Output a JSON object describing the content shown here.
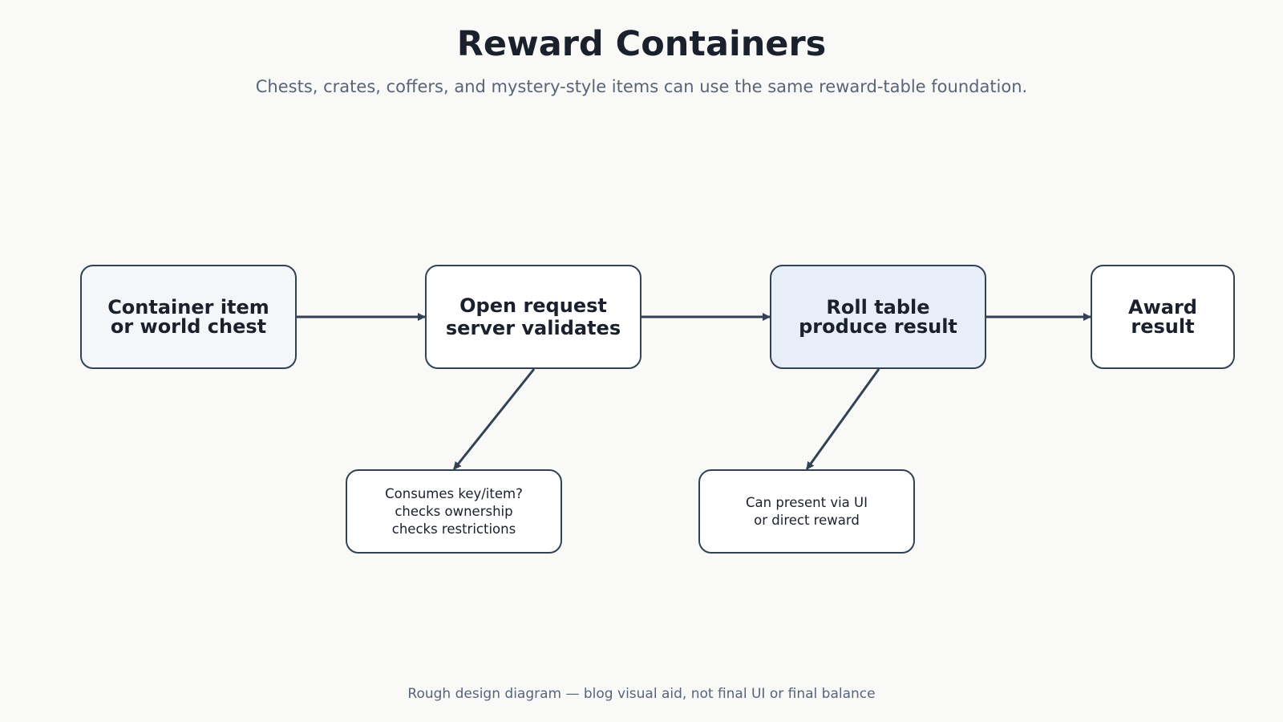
{
  "title": "Reward Containers",
  "subtitle": "Chests, crates, coffers, and mystery-style items can use the same reward-table foundation.",
  "footer": "Rough design diagram — blog visual aid, not final UI or final balance",
  "colors": {
    "stroke": "#334155",
    "node_container_fill": "#f4f6fa",
    "node_default_fill": "#ffffff",
    "node_roll_fill": "#e7eef8"
  },
  "nodes": {
    "container": {
      "line1": "Container item",
      "line2": "or world chest"
    },
    "open_request": {
      "line1": "Open request",
      "line2": "server validates"
    },
    "roll_table": {
      "line1": "Roll table",
      "line2": "produce result"
    },
    "award": {
      "line1": "Award",
      "line2": "result"
    },
    "consumes": {
      "line1": "Consumes key/item?",
      "line2": "checks ownership",
      "line3": "checks restrictions"
    },
    "present": {
      "line1": "Can present via UI",
      "line2": "or direct reward"
    }
  }
}
